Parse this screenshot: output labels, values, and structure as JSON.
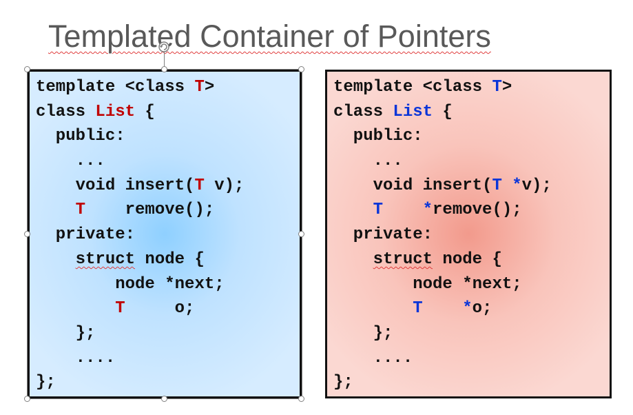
{
  "slide": {
    "title": "Templated Container of Pointers"
  },
  "left_box": {
    "lines": [
      [
        {
          "t": "template <class "
        },
        {
          "t": "T",
          "c": "red"
        },
        {
          "t": ">"
        }
      ],
      [
        {
          "t": "class "
        },
        {
          "t": "List",
          "c": "red"
        },
        {
          "t": " {"
        }
      ],
      [
        {
          "t": "  public:"
        }
      ],
      [
        {
          "t": "    ..."
        }
      ],
      [
        {
          "t": "    void insert("
        },
        {
          "t": "T",
          "c": "red"
        },
        {
          "t": " v);"
        }
      ],
      [
        {
          "t": "    "
        },
        {
          "t": "T",
          "c": "red"
        },
        {
          "t": "    remove();"
        }
      ],
      [
        {
          "t": "  private:"
        }
      ],
      [
        {
          "t": "    "
        },
        {
          "t": "struct",
          "s": true
        },
        {
          "t": " node {"
        }
      ],
      [
        {
          "t": "        node *next;"
        }
      ],
      [
        {
          "t": "        "
        },
        {
          "t": "T",
          "c": "red"
        },
        {
          "t": "     o;"
        }
      ],
      [
        {
          "t": "    };"
        }
      ],
      [
        {
          "t": "    ...."
        }
      ],
      [
        {
          "t": "};"
        }
      ]
    ]
  },
  "right_box": {
    "lines": [
      [
        {
          "t": "template <class "
        },
        {
          "t": "T",
          "c": "blue"
        },
        {
          "t": ">"
        }
      ],
      [
        {
          "t": "class "
        },
        {
          "t": "List",
          "c": "blue"
        },
        {
          "t": " {"
        }
      ],
      [
        {
          "t": "  public:"
        }
      ],
      [
        {
          "t": "    ..."
        }
      ],
      [
        {
          "t": "    void insert("
        },
        {
          "t": "T",
          "c": "blue"
        },
        {
          "t": " "
        },
        {
          "t": "*",
          "c": "blue"
        },
        {
          "t": "v);"
        }
      ],
      [
        {
          "t": "    "
        },
        {
          "t": "T",
          "c": "blue"
        },
        {
          "t": "    "
        },
        {
          "t": "*",
          "c": "blue"
        },
        {
          "t": "remove();"
        }
      ],
      [
        {
          "t": "  private:"
        }
      ],
      [
        {
          "t": "    "
        },
        {
          "t": "struct",
          "s": true
        },
        {
          "t": " node {"
        }
      ],
      [
        {
          "t": "        node *next;"
        }
      ],
      [
        {
          "t": "        "
        },
        {
          "t": "T",
          "c": "blue"
        },
        {
          "t": "    "
        },
        {
          "t": "*",
          "c": "blue"
        },
        {
          "t": "o;"
        }
      ],
      [
        {
          "t": "    };"
        }
      ],
      [
        {
          "t": "    ...."
        }
      ],
      [
        {
          "t": "};"
        }
      ]
    ]
  },
  "colors": {
    "red_keyword": "#c00000",
    "blue_keyword": "#0a35d8",
    "title_text": "#595959",
    "left_fill": "#bfe2ff",
    "right_fill": "#f9c4bb"
  },
  "icons": {
    "rotate_handle": "rotate-handle-icon"
  }
}
